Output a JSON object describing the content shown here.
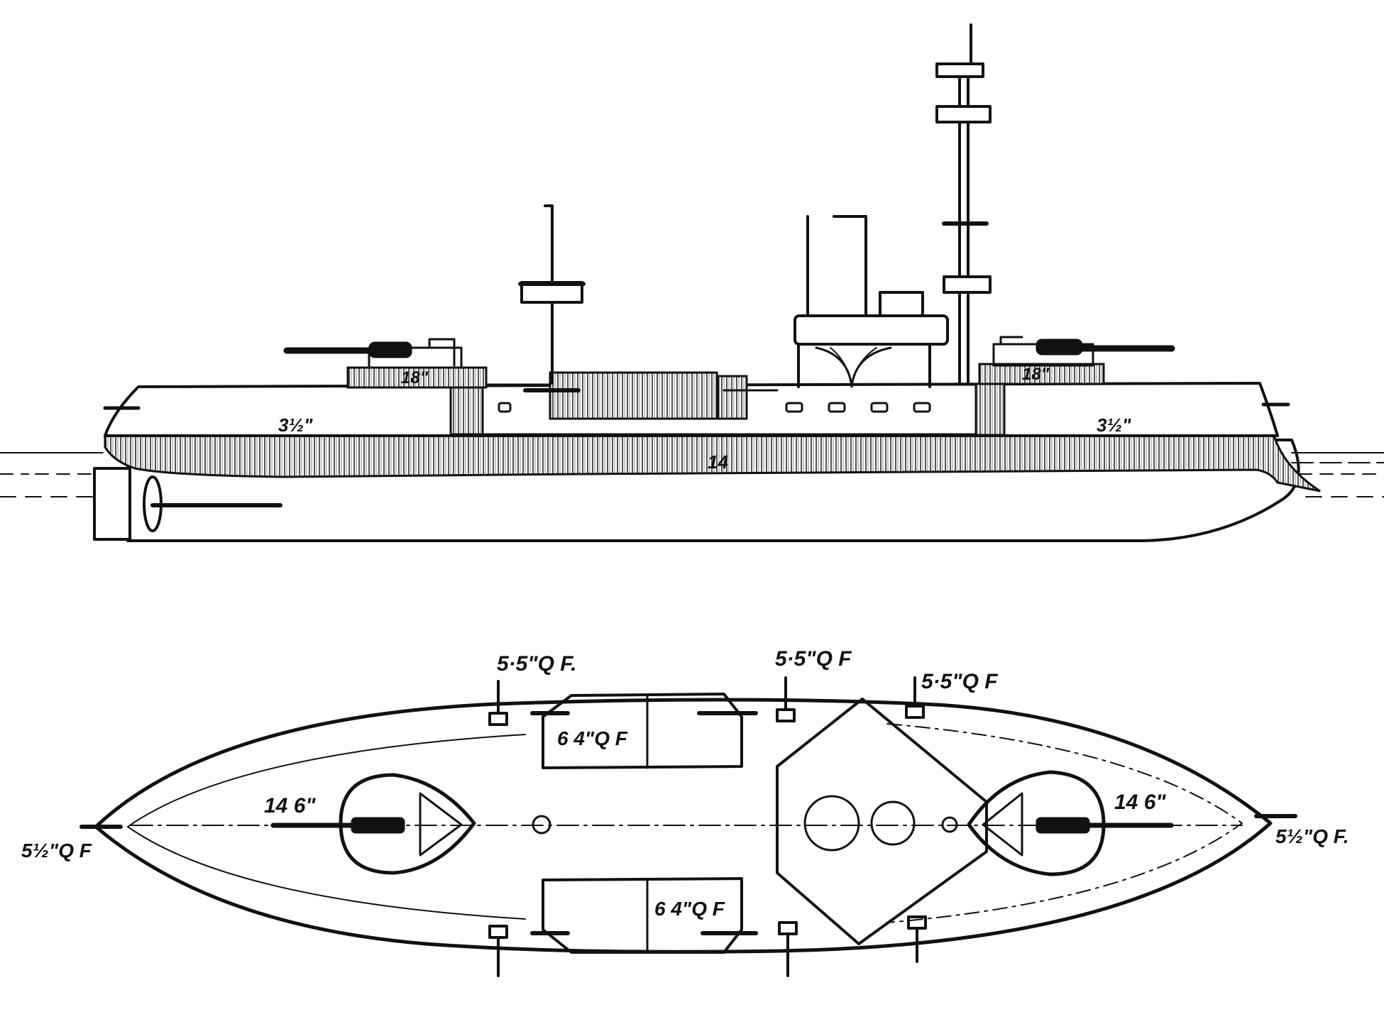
{
  "profile_view": {
    "armor_labels": {
      "belt_midship": "14",
      "belt_fore": "3½\"",
      "belt_aft": "3½\"",
      "barbette_fore": "18\"",
      "barbette_aft": "18\""
    }
  },
  "plan_view": {
    "gun_labels": {
      "secondary_top_left": "5·5\"Q F.",
      "secondary_top_mid": "5·5\"Q F",
      "secondary_top_right": "5·5\"Q F",
      "casemate_top": "6 4\"Q F",
      "casemate_bottom": "6 4\"Q F",
      "main_fore": "14 6\"",
      "main_aft": "14 6\"",
      "bow_gun": "5½\"Q F",
      "stern_gun": "5½\"Q F."
    }
  },
  "colors": {
    "ink": "#111111",
    "paper": "#ffffff",
    "hatch": "#555555"
  }
}
